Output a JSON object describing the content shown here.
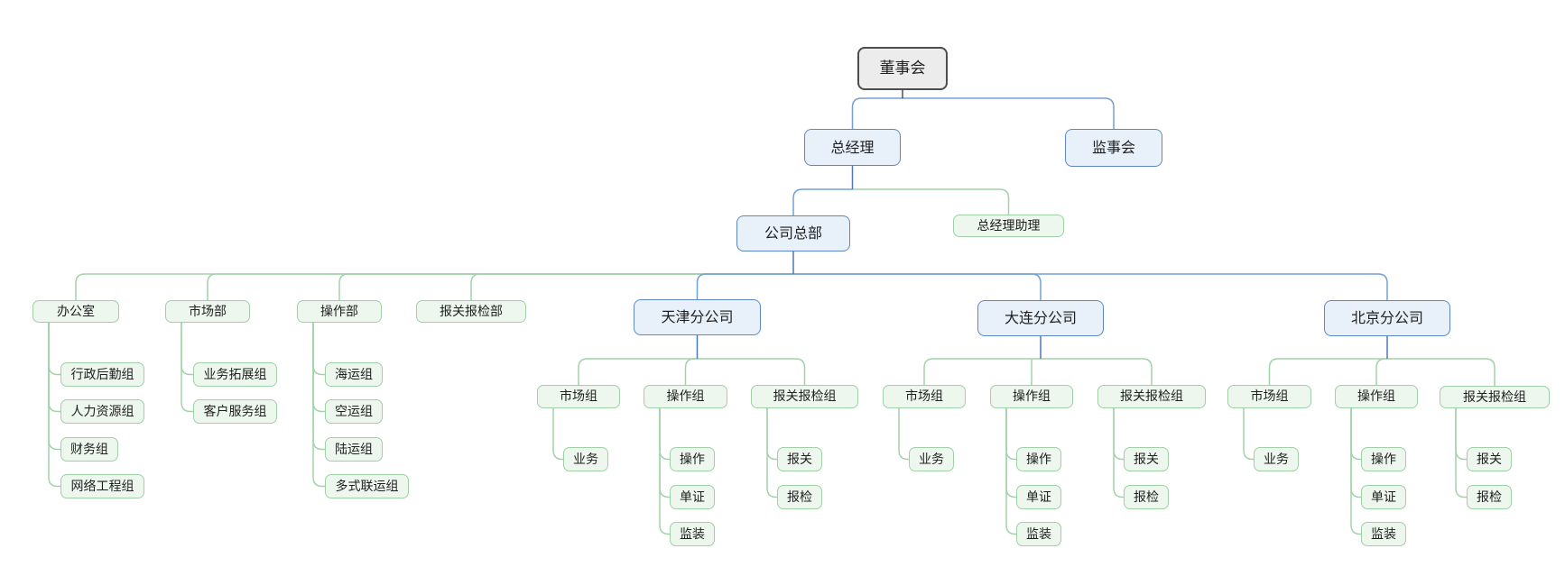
{
  "palette": {
    "background": "#ffffff",
    "text": "#1f1f1f",
    "executive_fill": "#ececec",
    "executive_border": "#4d4d4d",
    "company_fill": "#e8f0fa",
    "company_border": "#5c88c5",
    "dept_fill": "#edf7ee",
    "dept_border": "#9fd0a7",
    "connector_blue": "#72a0d4",
    "connector_blue_dark": "#4c79b6",
    "connector_green": "#a3d2aa",
    "connector_dark": "#4d4d4d"
  },
  "org": {
    "id": "board",
    "label": "董事会",
    "kind": "executive",
    "children": [
      {
        "id": "general-manager",
        "label": "总经理",
        "kind": "company",
        "children": [
          {
            "id": "company-hq",
            "label": "公司总部",
            "kind": "company",
            "children": [
              {
                "id": "office",
                "label": "办公室",
                "kind": "dept",
                "children": [
                  {
                    "id": "admin-logistics",
                    "label": "行政后勤组",
                    "kind": "dept"
                  },
                  {
                    "id": "human-resources",
                    "label": "人力资源组",
                    "kind": "dept"
                  },
                  {
                    "id": "finance",
                    "label": "财务组",
                    "kind": "dept"
                  },
                  {
                    "id": "network-engineering",
                    "label": "网络工程组",
                    "kind": "dept"
                  }
                ]
              },
              {
                "id": "marketing-dept",
                "label": "市场部",
                "kind": "dept",
                "children": [
                  {
                    "id": "business-development",
                    "label": "业务拓展组",
                    "kind": "dept"
                  },
                  {
                    "id": "customer-service",
                    "label": "客户服务组",
                    "kind": "dept"
                  }
                ]
              },
              {
                "id": "operations-dept",
                "label": "操作部",
                "kind": "dept",
                "children": [
                  {
                    "id": "sea-freight",
                    "label": "海运组",
                    "kind": "dept"
                  },
                  {
                    "id": "air-freight",
                    "label": "空运组",
                    "kind": "dept"
                  },
                  {
                    "id": "land-freight",
                    "label": "陆运组",
                    "kind": "dept"
                  },
                  {
                    "id": "multimodal-transport",
                    "label": "多式联运组",
                    "kind": "dept"
                  }
                ]
              },
              {
                "id": "customs-dept",
                "label": "报关报检部",
                "kind": "dept"
              },
              {
                "id": "tianjin-branch",
                "label": "天津分公司",
                "kind": "company",
                "children": [
                  {
                    "id": "tj-marketing",
                    "label": "市场组",
                    "kind": "dept",
                    "children": [
                      {
                        "id": "tj-business",
                        "label": "业务",
                        "kind": "dept"
                      }
                    ]
                  },
                  {
                    "id": "tj-operations",
                    "label": "操作组",
                    "kind": "dept",
                    "children": [
                      {
                        "id": "tj-handling",
                        "label": "操作",
                        "kind": "dept"
                      },
                      {
                        "id": "tj-documentation",
                        "label": "单证",
                        "kind": "dept"
                      },
                      {
                        "id": "tj-supervision",
                        "label": "监装",
                        "kind": "dept"
                      }
                    ]
                  },
                  {
                    "id": "tj-customs",
                    "label": "报关报检组",
                    "kind": "dept",
                    "children": [
                      {
                        "id": "tj-declaration",
                        "label": "报关",
                        "kind": "dept"
                      },
                      {
                        "id": "tj-inspection",
                        "label": "报检",
                        "kind": "dept"
                      }
                    ]
                  }
                ]
              },
              {
                "id": "dalian-branch",
                "label": "大连分公司",
                "kind": "company",
                "children": [
                  {
                    "id": "dl-marketing",
                    "label": "市场组",
                    "kind": "dept",
                    "children": [
                      {
                        "id": "dl-business",
                        "label": "业务",
                        "kind": "dept"
                      }
                    ]
                  },
                  {
                    "id": "dl-operations",
                    "label": "操作组",
                    "kind": "dept",
                    "children": [
                      {
                        "id": "dl-handling",
                        "label": "操作",
                        "kind": "dept"
                      },
                      {
                        "id": "dl-documentation",
                        "label": "单证",
                        "kind": "dept"
                      },
                      {
                        "id": "dl-supervision",
                        "label": "监装",
                        "kind": "dept"
                      }
                    ]
                  },
                  {
                    "id": "dl-customs",
                    "label": "报关报检组",
                    "kind": "dept",
                    "children": [
                      {
                        "id": "dl-declaration",
                        "label": "报关",
                        "kind": "dept"
                      },
                      {
                        "id": "dl-inspection",
                        "label": "报检",
                        "kind": "dept"
                      }
                    ]
                  }
                ]
              },
              {
                "id": "beijing-branch",
                "label": "北京分公司",
                "kind": "company",
                "children": [
                  {
                    "id": "bj-marketing",
                    "label": "市场组",
                    "kind": "dept",
                    "children": [
                      {
                        "id": "bj-business",
                        "label": "业务",
                        "kind": "dept"
                      }
                    ]
                  },
                  {
                    "id": "bj-operations",
                    "label": "操作组",
                    "kind": "dept",
                    "children": [
                      {
                        "id": "bj-handling",
                        "label": "操作",
                        "kind": "dept"
                      },
                      {
                        "id": "bj-documentation",
                        "label": "单证",
                        "kind": "dept"
                      },
                      {
                        "id": "bj-supervision",
                        "label": "监装",
                        "kind": "dept"
                      }
                    ]
                  },
                  {
                    "id": "bj-customs",
                    "label": "报关报检组",
                    "kind": "dept",
                    "children": [
                      {
                        "id": "bj-declaration",
                        "label": "报关",
                        "kind": "dept"
                      },
                      {
                        "id": "bj-inspection",
                        "label": "报检",
                        "kind": "dept"
                      }
                    ]
                  }
                ]
              }
            ]
          },
          {
            "id": "gm-assistant",
            "label": "总经理助理",
            "kind": "dept"
          }
        ]
      },
      {
        "id": "supervisory-board",
        "label": "监事会",
        "kind": "company"
      }
    ]
  }
}
